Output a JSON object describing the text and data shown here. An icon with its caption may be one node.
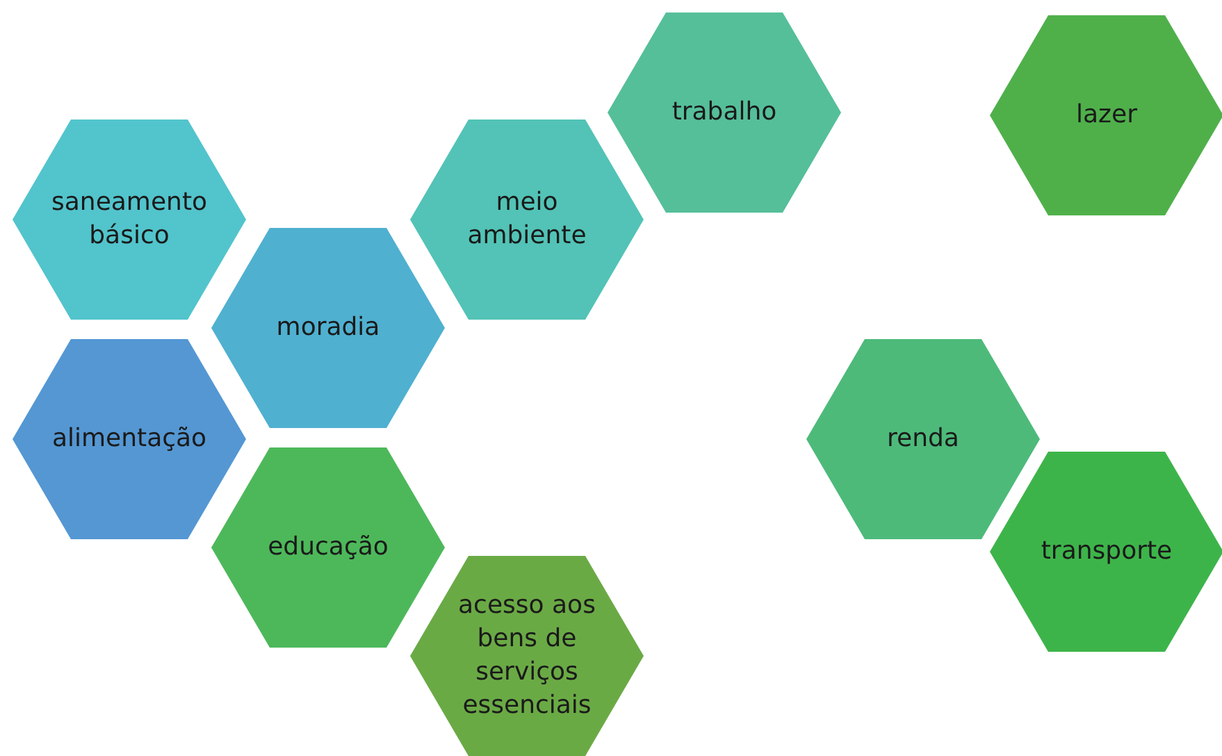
{
  "diagram": {
    "nodes": [
      {
        "text": [
          "trabalho"
        ]
      },
      {
        "text": [
          "lazer"
        ]
      },
      {
        "text": [
          "saneamento básico"
        ]
      },
      {
        "text": [
          "meio ambiente"
        ]
      },
      {
        "text": [
          "moradia"
        ]
      },
      {
        "text": [
          "alimentação"
        ]
      },
      {
        "text": [
          "renda"
        ]
      },
      {
        "text": [
          "educação"
        ]
      },
      {
        "text": [
          "transporte"
        ]
      },
      {
        "text": [
          "acesso aos bens de serviços essenciais"
        ]
      }
    ]
  }
}
